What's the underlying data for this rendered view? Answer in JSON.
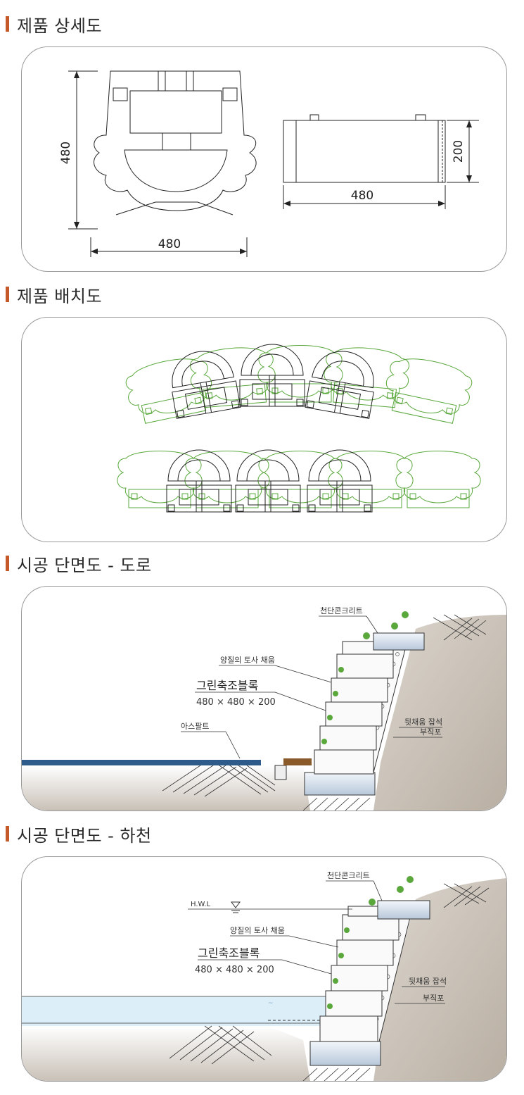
{
  "sections": {
    "detail": {
      "title": "제품 상세도",
      "dim_front_w": "480",
      "dim_front_h": "480",
      "dim_side_w": "480",
      "dim_side_h": "200"
    },
    "layout": {
      "title": "제품 배치도"
    },
    "road": {
      "title": "시공 단면도 - 도로",
      "label_cap": "천단콘크리트",
      "label_soil": "양질의 토사 채움",
      "label_block": "그린축조블록",
      "label_block_size": "480 × 480 × 200",
      "label_asphalt": "아스팔트",
      "label_gravel": "뒷채움 잡석",
      "label_geotextile": "부직포"
    },
    "river": {
      "title": "시공 단면도 - 하천",
      "label_cap": "천단콘크리트",
      "label_hwl": "H.W.L",
      "label_soil": "양질의 토사 채움",
      "label_block": "그린축조블록",
      "label_block_size": "480 × 480 × 200",
      "label_gravel": "뒷채움 잡석",
      "label_geotextile": "부직포"
    }
  },
  "colors": {
    "accent": "#c6592a",
    "green_line": "#5aa83c",
    "ground": "#c8bfb4",
    "asphalt": "#2f5b8a",
    "water": "#dceef8"
  }
}
